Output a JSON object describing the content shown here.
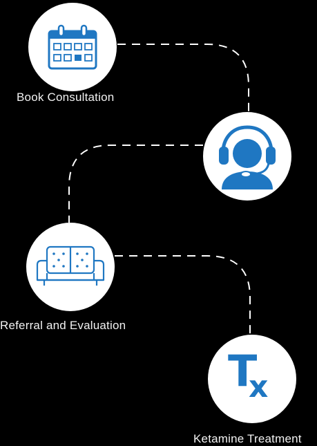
{
  "steps": [
    {
      "label": "Book Consultation",
      "icon": "calendar-icon"
    },
    {
      "label": "",
      "icon": "headset-icon"
    },
    {
      "label": "Referral and Evaluation",
      "icon": "couch-icon"
    },
    {
      "label": "Ketamine Treatment",
      "icon": "rx-icon",
      "icon_text_main": "T",
      "icon_text_sub": "x"
    }
  ],
  "colors": {
    "accent": "#1f77c2",
    "circle": "#ffffff",
    "connector": "#ffffff",
    "label": "#f2f2f2",
    "background": "#000000"
  }
}
